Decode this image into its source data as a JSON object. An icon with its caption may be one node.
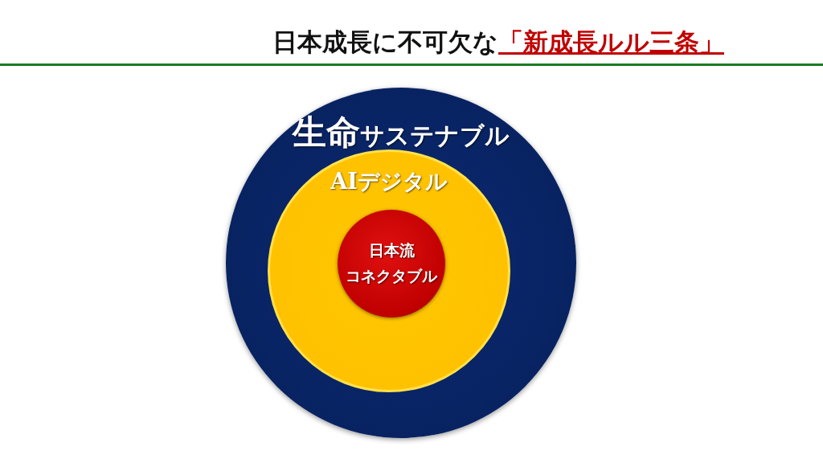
{
  "diagram": {
    "title": "日本成長に不可欠な**「新成長ルル三条」**",
    "nodes": [
      {
        "text": [
          "**生命**サステナブル"
        ]
      },
      {
        "text": [
          "AIデジタル"
        ],
        "in": 0
      },
      {
        "text": [
          "日本流",
          "コネクタブル"
        ],
        "in": 1
      }
    ]
  }
}
